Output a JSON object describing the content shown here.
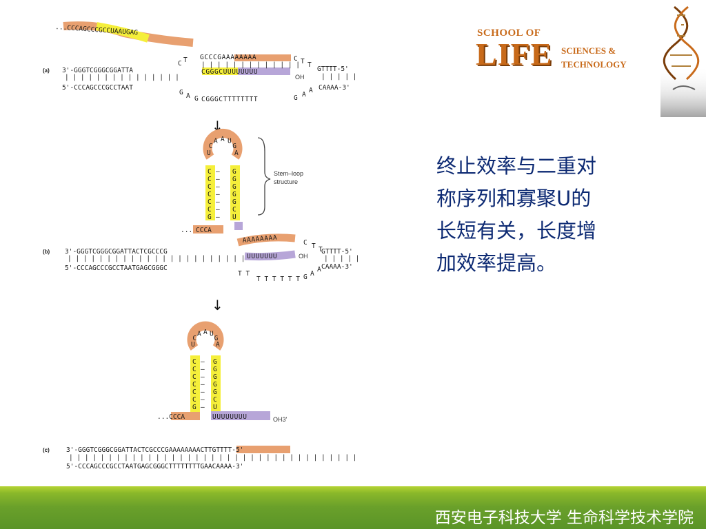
{
  "logo": {
    "line1": "SCHOOL OF",
    "line2": "LIFE",
    "line3": "SCIENCES &",
    "line4": "TECHNOLOGY"
  },
  "main_text": {
    "line1": "终止效率与二重对",
    "line2": "称序列和寡聚U的",
    "line3": "长短有关，长度增",
    "line4": "加效率提高。"
  },
  "footer": {
    "text": "西安电子科技大学 生命科学技术学院"
  },
  "diagram": {
    "panel_labels": [
      "(a)",
      "(b)",
      "(c)"
    ],
    "stem_loop_label": [
      "Stem–loop",
      "structure"
    ],
    "a": {
      "rna_tail": "...CCCAGCCCGCCUAAUGAG",
      "top_left": "3'-GGGTCGGGCGGATTA",
      "top_mid": "GCCCGAAAAAAAA",
      "top_right": "GTTTT-5'",
      "rna_bar": "CGGGCUUUUUUUU",
      "oh": "OH",
      "bot_left": "5'-CCCAGCCCGCCTAAT",
      "bot_mid": "CGGGCTTTTTTTT",
      "bot_right": "CAAAA-3'"
    },
    "b": {
      "top": "3'-GGGTCGGGCGGATTACTCGCCCG",
      "top_A": "AAAAAAAA",
      "top_right": "GTTTT-5'",
      "rna_U": "UUUUUUU",
      "oh": "OH",
      "bot": "5'-CCCAGCCCGCCTAATGAGCGGGC",
      "bot_right": "CAAAA-3'",
      "tail": "CCCA"
    },
    "c": {
      "rna_tail": "...CCCA",
      "rna_U": "UUUUUUUU",
      "oh3": "OH3'",
      "top": "3'-GGGTCGGGCGGATTACTCGCCCGAAAAAAAACTTGTTTT-5'",
      "bot": "5'-CCCAGCCCGCCTAATGAGCGGGCTTTTTTTTGAACAAAA-3'"
    },
    "hairpin_left": [
      "C",
      "C",
      "C",
      "C",
      "C",
      "C",
      "G"
    ],
    "hairpin_right": [
      "G",
      "G",
      "G",
      "G",
      "G",
      "C",
      "U"
    ],
    "loop_letters": [
      "U",
      "C",
      "A",
      "A",
      "U",
      "G",
      "A"
    ]
  },
  "colors": {
    "rna_orange": "#e8a070",
    "rna_yellow": "#f5ef3a",
    "rna_purple": "#b7a6d8",
    "text_blue": "#0d2a73",
    "logo_orange": "#c86a1a",
    "footer_green": "#6aa02a"
  }
}
